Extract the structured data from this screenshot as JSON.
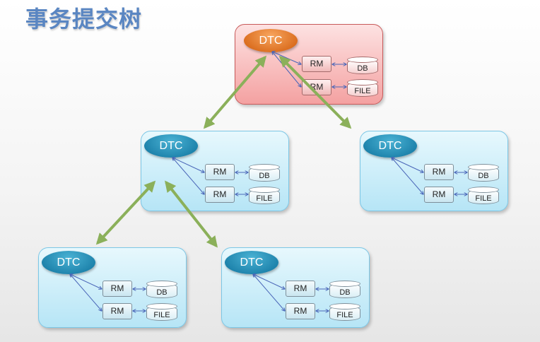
{
  "title": "事务提交树",
  "colors": {
    "title": "#5a86c2",
    "tree_arrow": "#8bb05a",
    "connector": "#4a66b8"
  },
  "nodes": [
    {
      "id": "root",
      "dtc": "DTC",
      "rm1": "RM",
      "rm2": "RM",
      "store1": "DB",
      "store2": "FILE"
    },
    {
      "id": "mid-left",
      "dtc": "DTC",
      "rm1": "RM",
      "rm2": "RM",
      "store1": "DB",
      "store2": "FILE"
    },
    {
      "id": "mid-right",
      "dtc": "DTC",
      "rm1": "RM",
      "rm2": "RM",
      "store1": "DB",
      "store2": "FILE"
    },
    {
      "id": "bottom-left",
      "dtc": "DTC",
      "rm1": "RM",
      "rm2": "RM",
      "store1": "DB",
      "store2": "FILE"
    },
    {
      "id": "bottom-right",
      "dtc": "DTC",
      "rm1": "RM",
      "rm2": "RM",
      "store1": "DB",
      "store2": "FILE"
    }
  ]
}
